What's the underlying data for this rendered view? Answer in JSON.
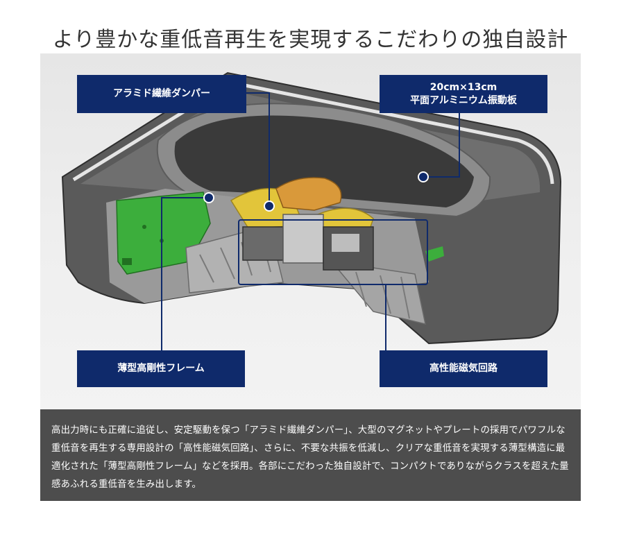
{
  "title": "より豊かな重低音再生を実現するこだわりの独自設計",
  "callouts": {
    "damper": "アラミド繊維ダンパー",
    "diaphragm_size": "20cm×13cm",
    "diaphragm_name": "平面アルミニウム振動板",
    "frame": "薄型高剛性フレーム",
    "magnetic": "高性能磁気回路"
  },
  "description": "高出力時にも正確に追従し、安定駆動を保つ「アラミド繊維ダンパー」、大型のマグネットやプレートの採用でパワフルな重低音を再生する専用設計の「高性能磁気回路」、さらに、不要な共振を低減し、クリアな重低音を実現する薄型構造に最適化された「薄型高剛性フレーム」などを採用。各部にこだわった独自設計で、コンパクトでありながらクラスを超えた量感あふれる重低音を生み出します。",
  "colors": {
    "callout_bg": "#0f2a6b",
    "leader_line": "#0f2a6b",
    "description_bg": "#4d4d4d"
  }
}
